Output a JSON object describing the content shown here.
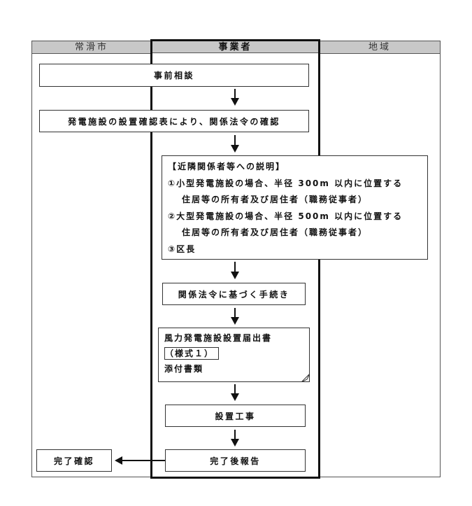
{
  "lanes": {
    "city": "常滑市",
    "operator": "事業者",
    "region": "地域"
  },
  "steps": {
    "consult": "事前相談",
    "confirm": "発電施設の設置確認表により、関係法令の確認",
    "explain": {
      "title": "【近隣関係者等への説明】",
      "lines": [
        "①小型発電施設の場合、半径 300m 以内に位置する",
        "住居等の所有者及び居住者（職務従事者）",
        "②大型発電施設の場合、半径 500m 以内に位置する",
        "住居等の所有者及び居住者（職務従事者）",
        "③区長"
      ]
    },
    "procedure": "関係法令に基づく手続き",
    "notice": {
      "title": "風力発電施設設置届出書",
      "form": "（様式１）",
      "attach": "添付書類"
    },
    "construction": "設置工事",
    "report": "完了後報告",
    "complete_check": "完了確認"
  }
}
